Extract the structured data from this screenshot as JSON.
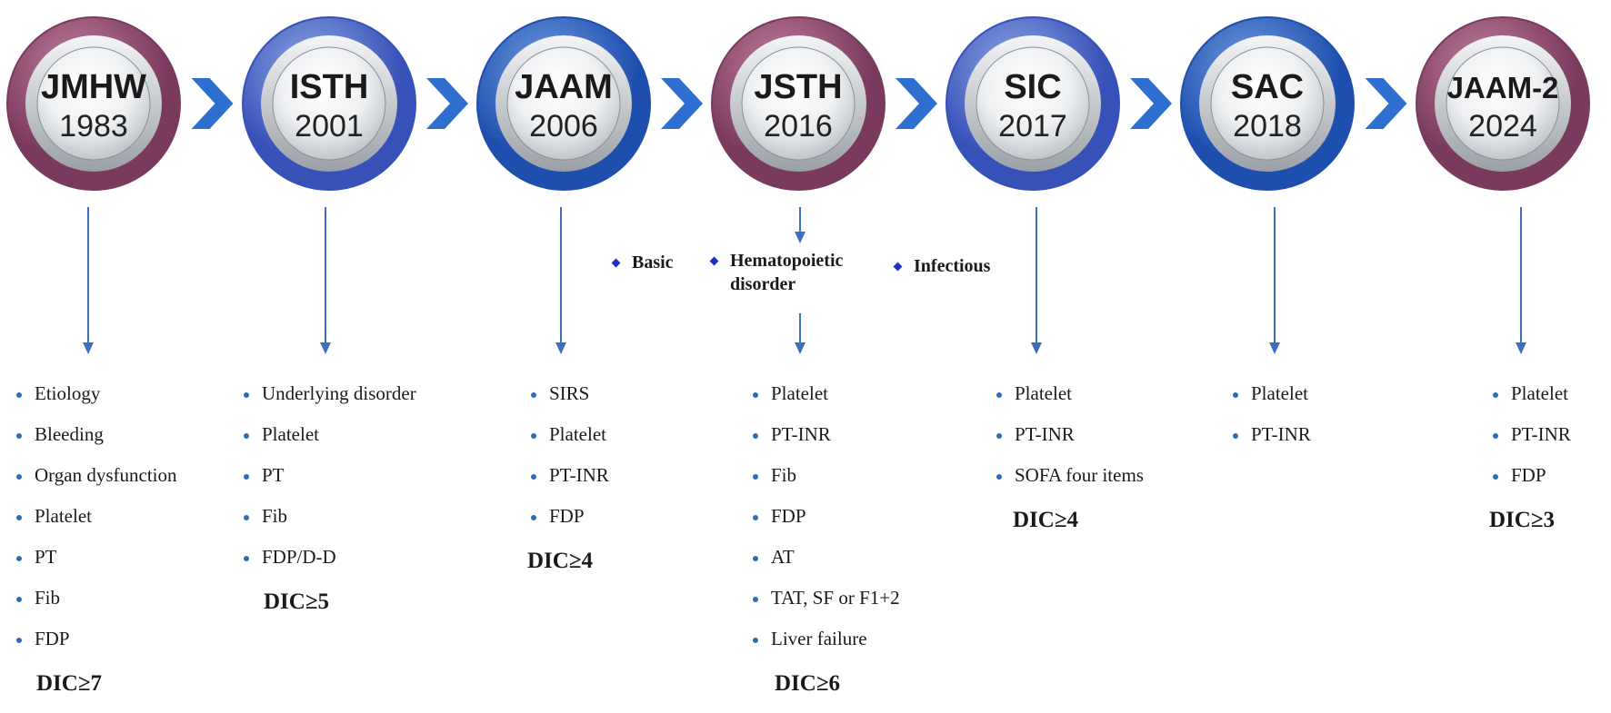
{
  "timeline": {
    "nodes": [
      {
        "abbr": "JMHW",
        "year": "1983",
        "ring_color": "#7a3a5e",
        "ring_light": "#c27f9f"
      },
      {
        "abbr": "ISTH",
        "year": "2001",
        "ring_color": "#3651b8",
        "ring_light": "#8fa8e6"
      },
      {
        "abbr": "JAAM",
        "year": "2006",
        "ring_color": "#1e4fae",
        "ring_light": "#6f9be0"
      },
      {
        "abbr": "JSTH",
        "year": "2016",
        "ring_color": "#7a3a5e",
        "ring_light": "#c27f9f"
      },
      {
        "abbr": "SIC",
        "year": "2017",
        "ring_color": "#3651b8",
        "ring_light": "#8fa8e6"
      },
      {
        "abbr": "SAC",
        "year": "2018",
        "ring_color": "#1e4fae",
        "ring_light": "#6f9be0"
      },
      {
        "abbr": "JAAM-2",
        "year": "2024",
        "ring_color": "#7a3a5e",
        "ring_light": "#c27f9f"
      }
    ],
    "chevron_color": "#2f6fd0",
    "arrow_color": "#3d6fc0"
  },
  "jsth_subtypes": [
    "Basic",
    "Hematopoietic disorder",
    "Infectious"
  ],
  "columns": [
    {
      "items": [
        "Etiology",
        "Bleeding",
        "Organ dysfunction",
        "Platelet",
        "PT",
        "Fib",
        "FDP"
      ],
      "threshold": "DIC≥7"
    },
    {
      "items": [
        "Underlying disorder",
        "Platelet",
        "PT",
        "Fib",
        "FDP/D-D"
      ],
      "threshold": "DIC≥5"
    },
    {
      "items": [
        "SIRS",
        "Platelet",
        "PT-INR",
        "FDP"
      ],
      "threshold": "DIC≥4"
    },
    {
      "items": [
        "Platelet",
        "PT-INR",
        "Fib",
        "FDP",
        "AT",
        "TAT, SF or F1+2",
        "Liver failure"
      ],
      "threshold": "DIC≥6"
    },
    {
      "items": [
        "Platelet",
        "PT-INR",
        "SOFA four items"
      ],
      "threshold": "DIC≥4"
    },
    {
      "items": [
        "Platelet",
        "PT-INR"
      ],
      "threshold": ""
    },
    {
      "items": [
        "Platelet",
        "PT-INR",
        "FDP"
      ],
      "threshold": "DIC≥3"
    }
  ]
}
